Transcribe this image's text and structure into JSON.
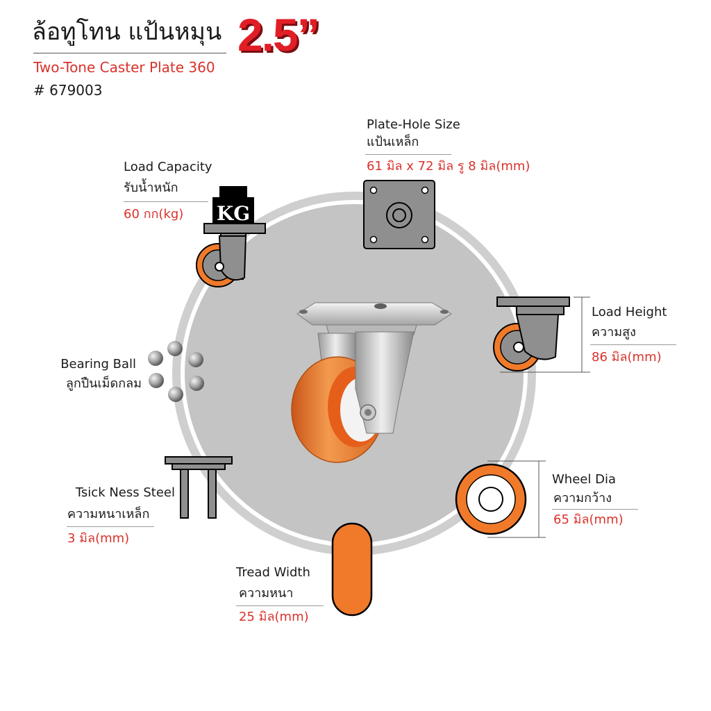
{
  "header": {
    "title_th": "ล้อทูโทน แป้นหมุน",
    "size": "2.5”",
    "title_en": "Two-Tone Caster Plate 360",
    "product_code": "# 679003"
  },
  "callouts": {
    "plate_hole": {
      "label_en": "Plate-Hole Size",
      "label_th": "แป้นเหล็ก",
      "value": "61 มิล x 72 มิล รู 8 มิล(mm)"
    },
    "load_capacity": {
      "label_en": "Load Capacity",
      "label_th": "รับน้ำหนัก",
      "value": "60 กก(kg)",
      "weight_mark": "KG"
    },
    "load_height": {
      "label_en": "Load Height",
      "label_th": "ความสูง",
      "value": "86 มิล(mm)"
    },
    "bearing_ball": {
      "label_en": "Bearing Ball",
      "label_th": "ลูกปืนเม็ดกลม"
    },
    "wheel_dia": {
      "label_en": "Wheel  Dia",
      "label_th": "ความกว้าง",
      "value": "65 มิล(mm)"
    },
    "thickness_steel": {
      "label_en": "Tsick Ness Steel",
      "label_th": "ความหนาเหล็ก",
      "value": "3 มิล(mm)"
    },
    "tread_width": {
      "label_en": "Tread Width",
      "label_th": "ความหนา",
      "value": "25 มิล(mm)"
    }
  },
  "colors": {
    "accent_red": "#e11e26",
    "value_red": "#d9322b",
    "wheel_orange": "#f07a2a",
    "plate_gray": "#8f8f8f",
    "circle_gray": "#c9c9c9"
  }
}
